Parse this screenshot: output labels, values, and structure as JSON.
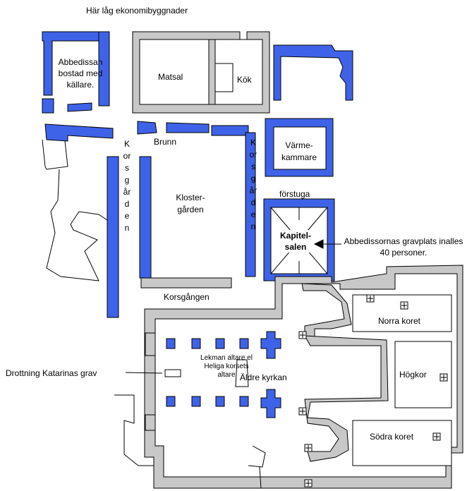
{
  "labels": {
    "economy": "Här låg ekonomibyggnader",
    "abbess": "Abbedissan bostad med källare.",
    "matsal": "Matsal",
    "kok": "Kök",
    "brunn": "Brunn",
    "korsgarden_left": "Korsgården",
    "korsgarden_right": "Korsgården",
    "klostergarden": "Kloster-gården",
    "varmekammare": "Värme-kammare",
    "forstuga": "förstuga",
    "kapitelsalen": "Kapitel-salen",
    "gravplats": "Abbedissornas gravplats inalles 40 personer.",
    "korsgangen": "Korsgången",
    "drottning": "Drottning Katarinas grav",
    "lekman": "Lekman altare el Heliga korsets altare",
    "aldre_kyrkan": "Äldre kyrkan",
    "norra_koret": "Norra koret",
    "hogkor": "Högkor",
    "sodra_koret": "Södra koret"
  },
  "colors": {
    "blue_walls": "#3f63e8",
    "gray_walls": "#c8c8c8",
    "outline": "#000000"
  }
}
